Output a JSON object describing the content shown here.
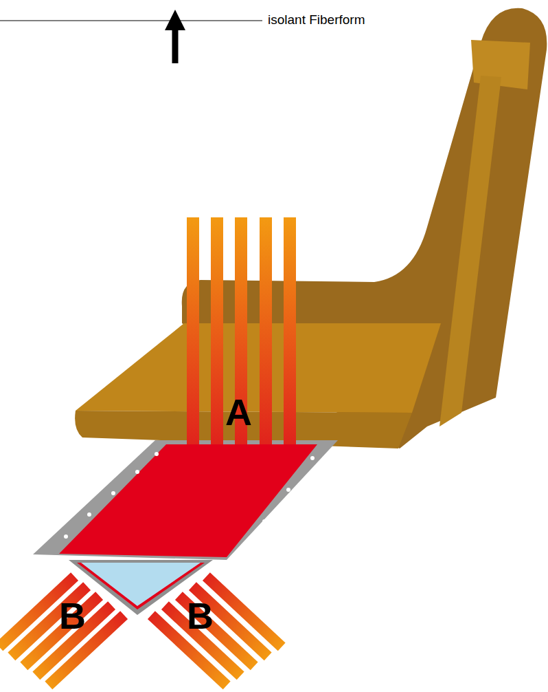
{
  "diagram": {
    "labels": [
      "isolant Fiberform",
      "A",
      "B",
      "B"
    ]
  }
}
